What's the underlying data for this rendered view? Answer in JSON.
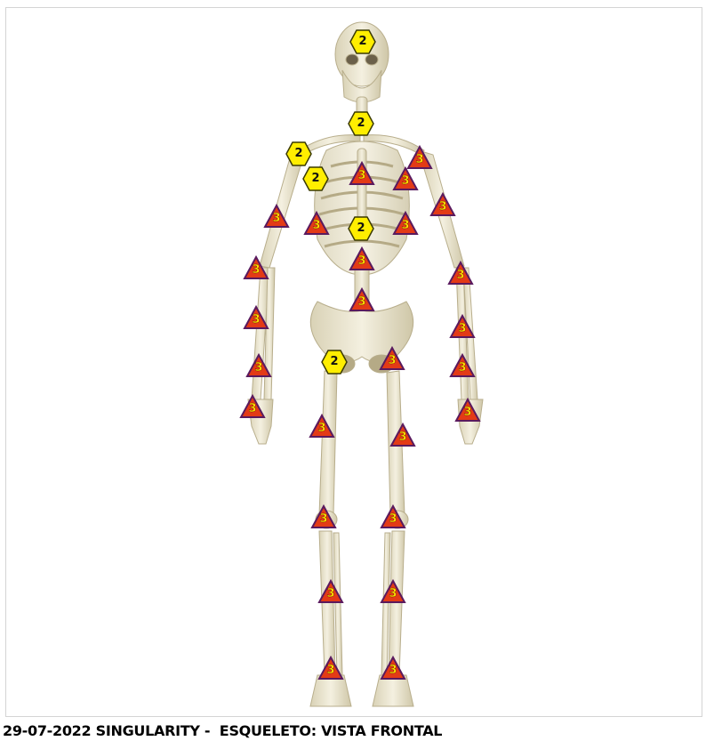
{
  "caption": "29-07-2022 SINGULARITY -  ESQUELETO: VISTA FRONTAL",
  "colors": {
    "triangle_fill": "#e33a16",
    "triangle_border": "#5a1a5e",
    "hexagon_fill": "#ffee00",
    "hexagon_border": "#3a3a00",
    "bone": "#ece7d0"
  },
  "markers": {
    "head": {
      "label": "2",
      "shape": "hexagon"
    },
    "neck": {
      "label": "2",
      "shape": "hexagon"
    },
    "right_clavicle": {
      "label": "2",
      "shape": "hexagon"
    },
    "right_shoulder": {
      "label": "2",
      "shape": "hexagon"
    },
    "lumbar_center": {
      "label": "2",
      "shape": "hexagon"
    },
    "right_hip": {
      "label": "2",
      "shape": "hexagon"
    },
    "left_shoulder": {
      "label": "3",
      "shape": "triangle"
    },
    "sternum": {
      "label": "3",
      "shape": "triangle"
    },
    "left_upper_rib": {
      "label": "3",
      "shape": "triangle"
    },
    "right_upper_arm": {
      "label": "3",
      "shape": "triangle"
    },
    "left_upper_arm": {
      "label": "3",
      "shape": "triangle"
    },
    "right_lower_rib": {
      "label": "3",
      "shape": "triangle"
    },
    "left_lower_rib": {
      "label": "3",
      "shape": "triangle"
    },
    "spine_lumbar_1": {
      "label": "3",
      "shape": "triangle"
    },
    "spine_lumbar_2": {
      "label": "3",
      "shape": "triangle"
    },
    "right_elbow": {
      "label": "3",
      "shape": "triangle"
    },
    "left_elbow": {
      "label": "3",
      "shape": "triangle"
    },
    "right_forearm": {
      "label": "3",
      "shape": "triangle"
    },
    "left_forearm": {
      "label": "3",
      "shape": "triangle"
    },
    "right_wrist": {
      "label": "3",
      "shape": "triangle"
    },
    "left_wrist": {
      "label": "3",
      "shape": "triangle"
    },
    "left_hip": {
      "label": "3",
      "shape": "triangle"
    },
    "right_hand": {
      "label": "3",
      "shape": "triangle"
    },
    "left_hand": {
      "label": "3",
      "shape": "triangle"
    },
    "right_thigh": {
      "label": "3",
      "shape": "triangle"
    },
    "left_thigh": {
      "label": "3",
      "shape": "triangle"
    },
    "right_knee": {
      "label": "3",
      "shape": "triangle"
    },
    "left_knee": {
      "label": "3",
      "shape": "triangle"
    },
    "right_shin": {
      "label": "3",
      "shape": "triangle"
    },
    "left_shin": {
      "label": "3",
      "shape": "triangle"
    },
    "right_ankle": {
      "label": "3",
      "shape": "triangle"
    },
    "left_ankle": {
      "label": "3",
      "shape": "triangle"
    }
  }
}
